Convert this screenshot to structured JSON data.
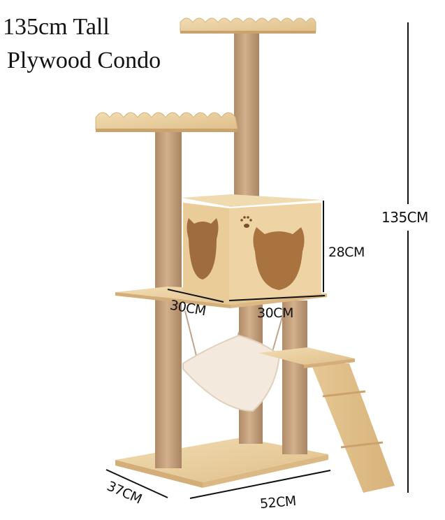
{
  "title": {
    "line1": "135cm Tall",
    "line2": "Plywood Condo"
  },
  "dimensions": {
    "height_total": "135CM",
    "condo_height": "28CM",
    "condo_depth": "30CM",
    "condo_width": "30CM",
    "base_depth": "37CM",
    "base_width": "52CM"
  },
  "product": {
    "name": "cat tree",
    "components": [
      "top scalloped perch",
      "side scalloped perch",
      "cat-face condo box",
      "paw print cutout",
      "hammock",
      "step platform",
      "ramp ladder",
      "sisal scratching posts",
      "base board"
    ]
  },
  "colors": {
    "wood_light": "#ecd3a4",
    "wood_mid": "#e2c08c",
    "wood_dark": "#c9a06a",
    "sisal": "#c9a582",
    "sisal_dark": "#a98463",
    "hammock": "#f3e9dc",
    "line": "#111111"
  }
}
